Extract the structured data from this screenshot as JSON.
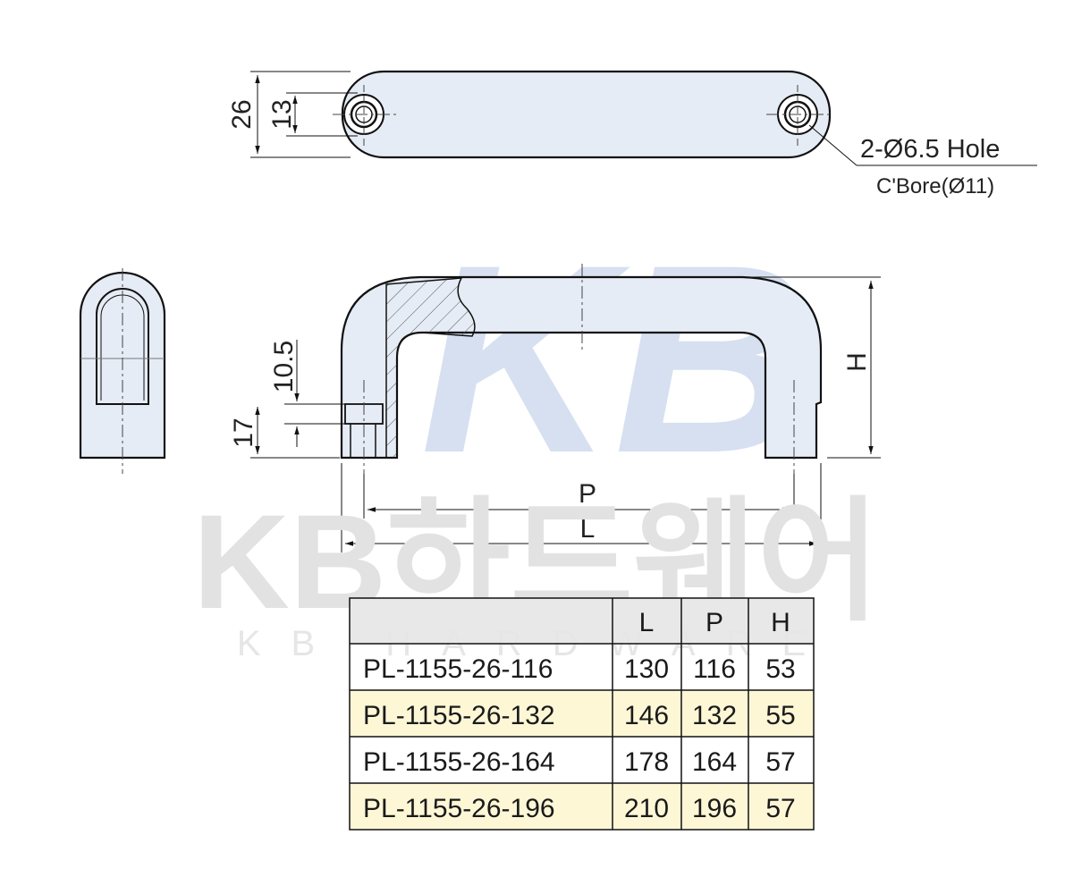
{
  "watermark": {
    "logo": "KB",
    "brand": "KB하드웨어",
    "brand_en": "KB HARDWARE"
  },
  "dimensions": {
    "width_total": "26",
    "width_hole": "13",
    "hole_note": "2-Ø6.5 Hole",
    "bore_note": "C'Bore(Ø11)",
    "h": "H",
    "thread_depth": "10.5",
    "base": "17",
    "p": "P",
    "l": "L"
  },
  "table": {
    "headers": [
      "",
      "L",
      "P",
      "H"
    ],
    "rows": [
      {
        "model": "PL-1155-26-116",
        "L": "130",
        "P": "116",
        "H": "53",
        "highlight": false
      },
      {
        "model": "PL-1155-26-132",
        "L": "146",
        "P": "132",
        "H": "55",
        "highlight": true
      },
      {
        "model": "PL-1155-26-164",
        "L": "178",
        "P": "164",
        "H": "57",
        "highlight": false
      },
      {
        "model": "PL-1155-26-196",
        "L": "210",
        "P": "196",
        "H": "57",
        "highlight": true
      }
    ]
  },
  "colors": {
    "part_fill": "#e6ecf5",
    "highlight_row": "#fdf7d6",
    "header_row": "#e8e8e8",
    "line": "#111111"
  }
}
